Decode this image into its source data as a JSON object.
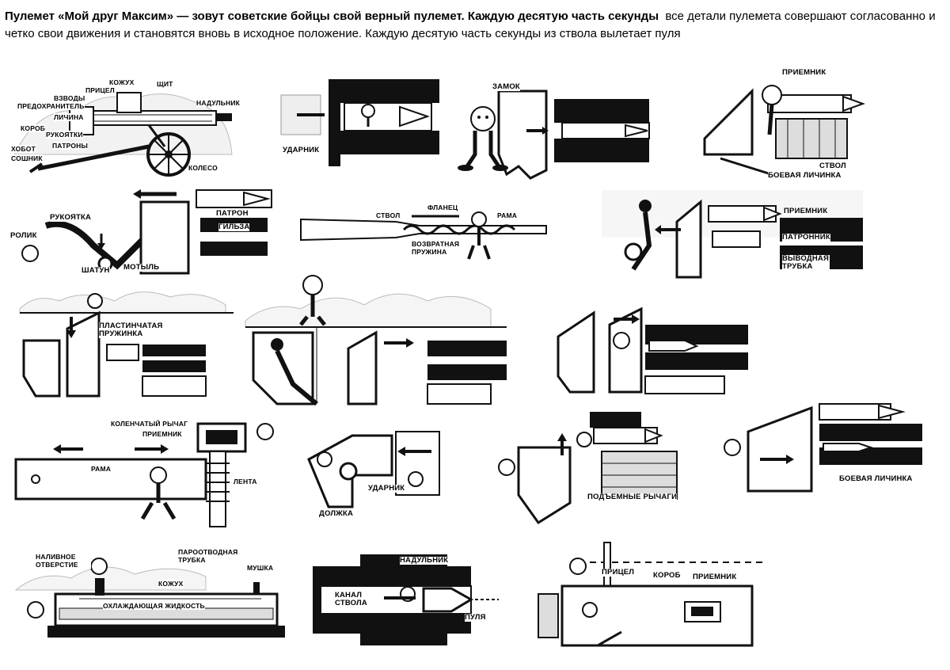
{
  "header": {
    "title_bold": "Пулемет «Мой друг Максим» — зовут советские бойцы свой верный пулемет. Каждую десятую часть секунды",
    "title_rest": "все детали пулемета совершают согласованно и четко свои движения и становятся вновь в исходное положение.  Каждую десятую часть секунды из ствола вылетает пуля"
  },
  "panels": {
    "p1": {
      "labels": [
        "ПРИЦЕЛ",
        "КОЖУХ",
        "ЩИТ",
        "ВЗВОДЫ",
        "ПРЕДОХРАНИТЕЛЬ",
        "ЛИЧИНА",
        "НАДУЛЬНИК",
        "КОРОБ",
        "РУКОЯТКИ",
        "ПАТРОНЫ",
        "КОЛЕСО",
        "ХОБОТ",
        "СОШНИК"
      ]
    },
    "p2": {
      "labels": [
        "УДАРНИК"
      ]
    },
    "p3": {
      "labels": [
        "ЗАМОК"
      ]
    },
    "p4": {
      "labels": [
        "ПРИЕМНИК",
        "СТВОЛ",
        "БОЕВАЯ ЛИЧИНКА"
      ]
    },
    "p5": {
      "labels": [
        "РУКОЯТКА",
        "РОЛИК",
        "ШАТУН",
        "МОТЫЛЬ",
        "ПАТРОН",
        "ГИЛЬЗА"
      ]
    },
    "p6": {
      "labels": [
        "СТВОЛ",
        "ФЛАНЕЦ",
        "РАМА",
        "ВОЗВРАТНАЯ ПРУЖИНА"
      ]
    },
    "p7": {
      "labels": [
        "ПРИЕМНИК",
        "ПАТРОННИК",
        "ВЫВОДНАЯ ТРУБКА"
      ]
    },
    "p8": {
      "labels": [
        "ПЛАСТИНЧАТАЯ ПРУЖИНКА"
      ]
    },
    "p11": {
      "labels": [
        "КОЛЕНЧАТЫЙ РЫЧАГ",
        "ПРИЕМНИК",
        "РАМА",
        "ЛЕНТА"
      ]
    },
    "p12": {
      "labels": [
        "ДОЛЖКА",
        "УДАРНИК"
      ]
    },
    "p13": {
      "labels": [
        "ПОДЪЕМНЫЕ РЫЧАГИ"
      ]
    },
    "p14": {
      "labels": [
        "БОЕВАЯ ЛИЧИНКА"
      ]
    },
    "p15": {
      "labels": [
        "НАЛИВНОЕ ОТВЕРСТИЕ",
        "ПАРООТВОДНАЯ ТРУБКА",
        "МУШКА",
        "КОЖУХ",
        "ОХЛАЖДАЮЩАЯ ЖИДКОСТЬ"
      ]
    },
    "p16": {
      "labels": [
        "НАДУЛЬНИК",
        "КАНАЛ СТВОЛА",
        "ПУЛЯ"
      ]
    },
    "p17": {
      "labels": [
        "ПРИЦЕЛ",
        "КОРОБ",
        "ПРИЕМНИК"
      ]
    }
  },
  "colors": {
    "ink": "#111111",
    "paper": "#ffffff",
    "shade": "#dddddd"
  }
}
